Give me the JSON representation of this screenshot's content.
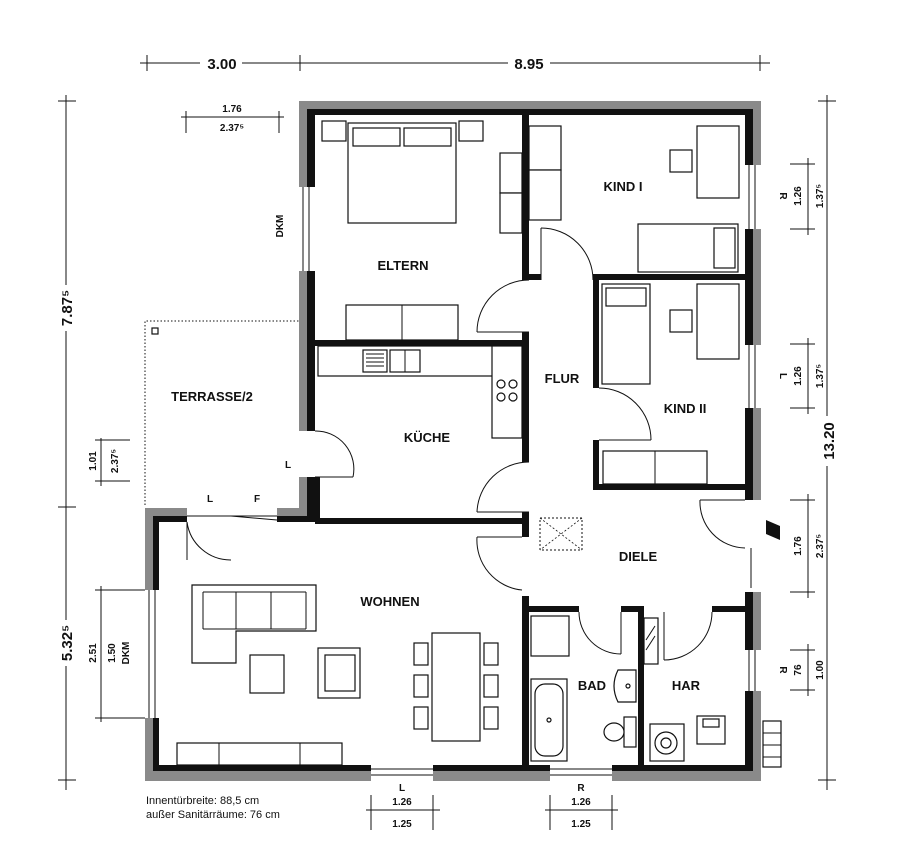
{
  "rooms": {
    "eltern": "ELTERN",
    "kind1": "KIND I",
    "kind2": "KIND II",
    "flur": "FLUR",
    "kueche": "KÜCHE",
    "terrasse": "TERRASSE/2",
    "wohnen": "WOHNEN",
    "diele": "DIELE",
    "bad": "BAD",
    "har": "HAR"
  },
  "dimensions": {
    "top_left": "3.00",
    "top_right": "8.95",
    "left_upper": "7.87⁵",
    "left_lower": "5.32⁵",
    "right_total": "13.20",
    "terrace_w1": "1.76",
    "terrace_w2": "2.37⁵",
    "door_h1": "1.01",
    "door_h2": "2.37⁵",
    "win_left_1": "2.51",
    "win_left_2": "1.50",
    "win_r1_a": "1.26",
    "win_r1_b": "1.37⁵",
    "win_r2_a": "1.26",
    "win_r2_b": "1.37⁵",
    "door_r_a": "1.76",
    "door_r_b": "2.37⁵",
    "win_r3_a": "76",
    "win_r3_b": "1.00",
    "bottom_l_a": "1.26",
    "bottom_l_b": "1.25",
    "bottom_r_a": "1.26",
    "bottom_r_b": "1.25"
  },
  "marks": {
    "dkm_top": "DKM",
    "dkm_left": "DKM",
    "r1": "R",
    "l1": "L",
    "r2": "R",
    "terr_l": "L",
    "terr_f": "F",
    "kitchen_l": "L",
    "bottom_l": "L",
    "bottom_r": "R"
  },
  "notes": {
    "line1": "Innentürbreite: 88,5 cm",
    "line2": "außer Sanitärräume: 76 cm"
  }
}
